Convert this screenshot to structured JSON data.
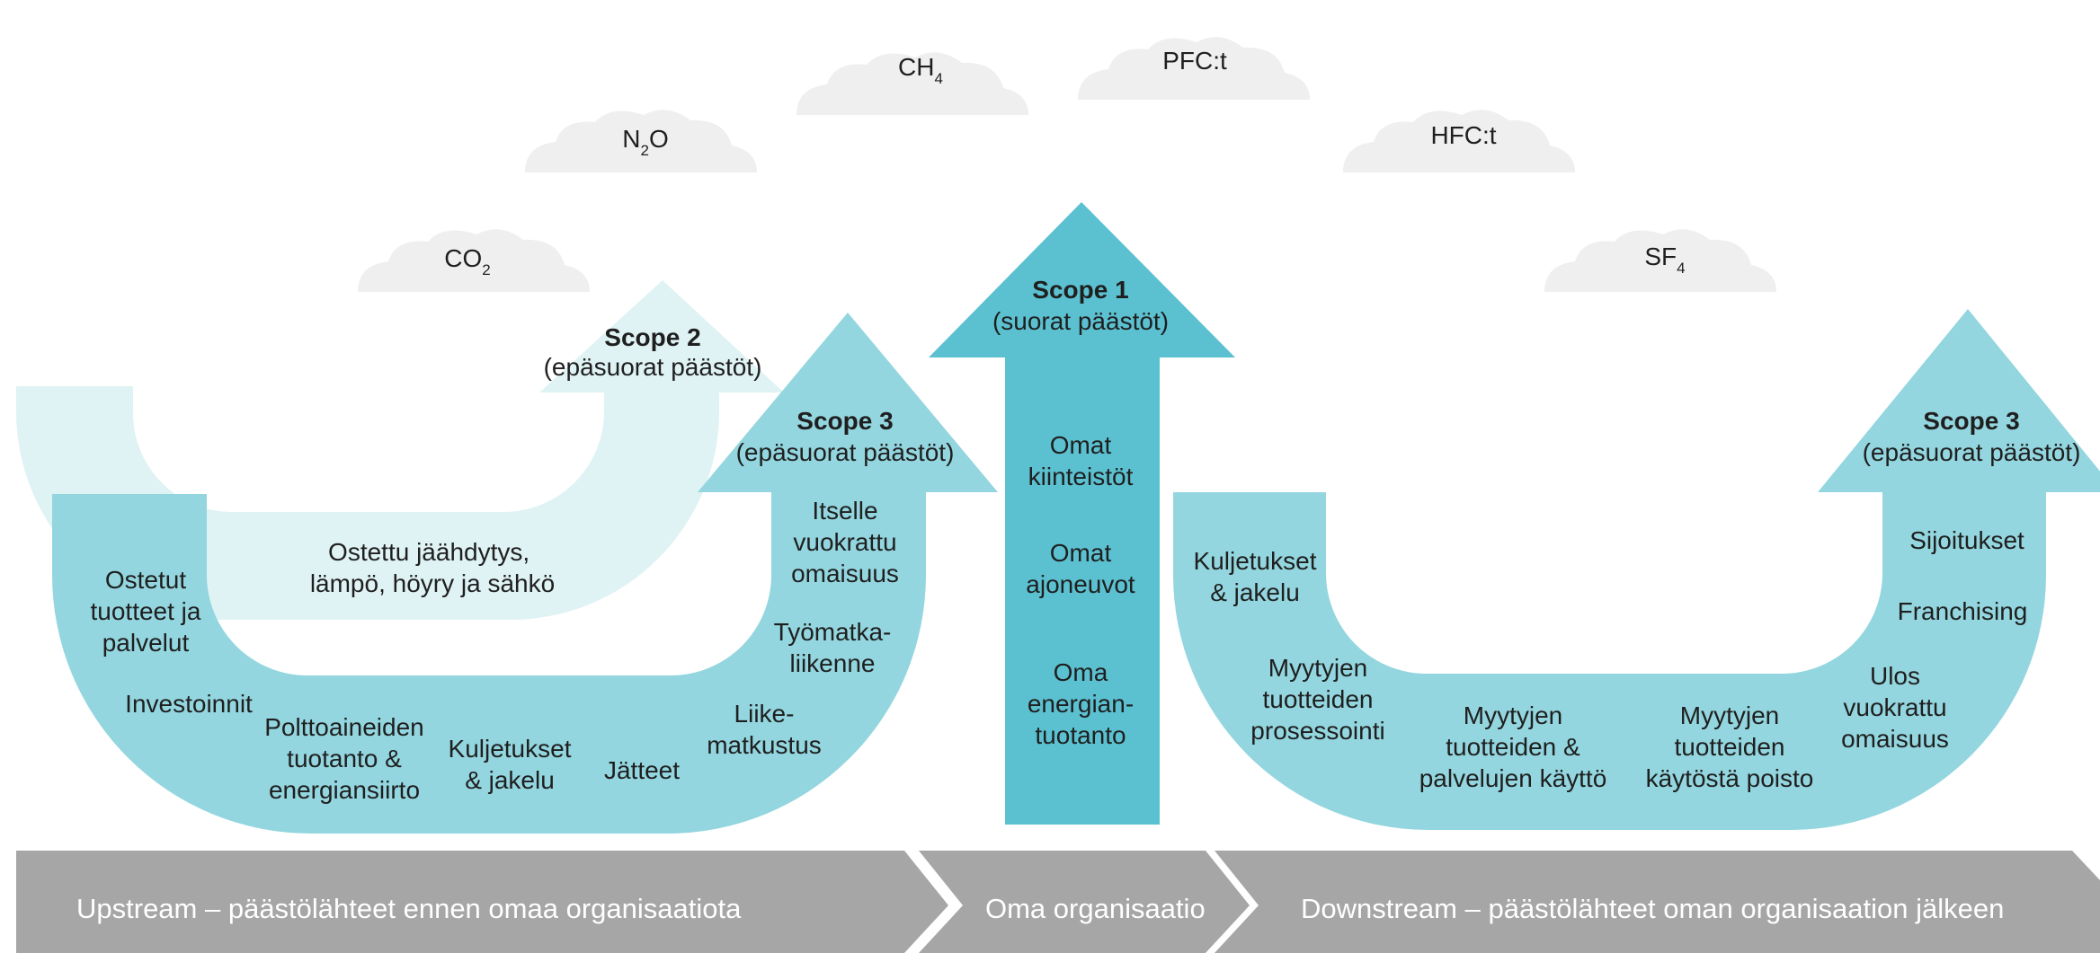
{
  "colors": {
    "cloud": "#efefef",
    "scope2_light": "#dff2f4",
    "scope3": "#93d6df",
    "scope1": "#5bc1d1",
    "bar": "#a6a6a6"
  },
  "gases": [
    {
      "base": "CO",
      "sub": "2"
    },
    {
      "base": "N",
      "sub": "2",
      "suffix": "O"
    },
    {
      "base": "CH",
      "sub": "4"
    },
    {
      "base": "PFC:t"
    },
    {
      "base": "HFC:t"
    },
    {
      "base": "SF",
      "sub": "4"
    }
  ],
  "scope2": {
    "title": "Scope 2",
    "subtitle": "(epäsuorat päästöt)",
    "item_lines": [
      "Ostettu jäähdytys,",
      "lämpö, höyry ja sähkö"
    ]
  },
  "scope3_up": {
    "title": "Scope 3",
    "subtitle": "(epäsuorat päästöt)",
    "items": [
      {
        "lines": [
          "Ostetut",
          "tuotteet ja",
          "palvelut"
        ]
      },
      {
        "lines": [
          "Investoinnit"
        ]
      },
      {
        "lines": [
          "Polttoaineiden",
          "tuotanto &",
          "energiansiirto"
        ]
      },
      {
        "lines": [
          "Kuljetukset",
          "& jakelu"
        ]
      },
      {
        "lines": [
          "Jätteet"
        ]
      },
      {
        "lines": [
          "Liike-",
          "matkustus"
        ]
      },
      {
        "lines": [
          "Työmatka-",
          "liikenne"
        ]
      },
      {
        "lines": [
          "Itselle",
          "vuokrattu",
          "omaisuus"
        ]
      }
    ]
  },
  "scope1": {
    "title": "Scope 1",
    "subtitle": "(suorat päästöt)",
    "items": [
      {
        "lines": [
          "Omat",
          "kiinteistöt"
        ]
      },
      {
        "lines": [
          "Omat",
          "ajoneuvot"
        ]
      },
      {
        "lines": [
          "Oma",
          "energian-",
          "tuotanto"
        ]
      }
    ]
  },
  "scope3_down": {
    "title": "Scope 3",
    "subtitle": "(epäsuorat päästöt)",
    "items": [
      {
        "lines": [
          "Kuljetukset",
          "& jakelu"
        ]
      },
      {
        "lines": [
          "Myytyjen",
          "tuotteiden",
          "prosessointi"
        ]
      },
      {
        "lines": [
          "Myytyjen",
          "tuotteiden &",
          "palvelujen käyttö"
        ]
      },
      {
        "lines": [
          "Myytyjen",
          "tuotteiden",
          "käytöstä poisto"
        ]
      },
      {
        "lines": [
          "Ulos",
          "vuokrattu",
          "omaisuus"
        ]
      },
      {
        "lines": [
          "Franchising"
        ]
      },
      {
        "lines": [
          "Sijoitukset"
        ]
      }
    ]
  },
  "chevrons": [
    {
      "label": "Upstream – päästölähteet ennen omaa organisaatiota"
    },
    {
      "label": "Oma organisaatio"
    },
    {
      "label": "Downstream – päästölähteet oman organisaation jälkeen"
    }
  ]
}
